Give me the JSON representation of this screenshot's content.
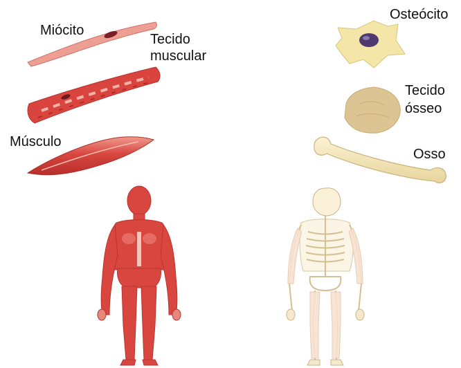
{
  "labels": {
    "miocito": "Miócito",
    "tecido_muscular_1": "Tecido",
    "tecido_muscular_2": "muscular",
    "musculo": "Músculo",
    "osteocito": "Osteócito",
    "tecido_osseo_1": "Tecido",
    "tecido_osseo_2": "ósseo",
    "osso": "Osso"
  },
  "colors": {
    "muscle": "#d8463f",
    "muscle_light": "#ef8f85",
    "bone": "#f3e6b3",
    "bone_tissue": "#dcc592",
    "nucleus": "#4e3a6e"
  }
}
